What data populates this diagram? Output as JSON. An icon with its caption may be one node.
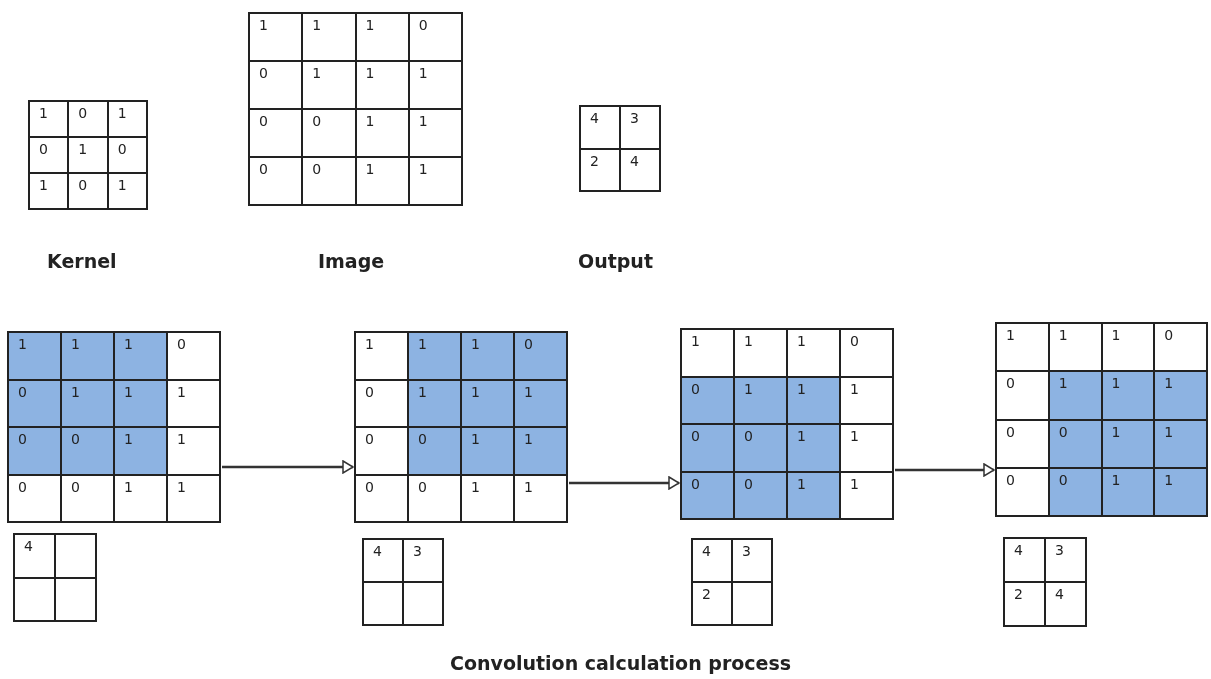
{
  "diagram": {
    "caption": "Convolution calculation process",
    "nodes": [
      {
        "text": [
          "1",
          "0",
          "1",
          "0",
          "1",
          "0",
          "1",
          "0",
          "1"
        ],
        "beside": [
          "Kernel"
        ]
      },
      {
        "text": [
          "1",
          "1",
          "1",
          "0",
          "0",
          "1",
          "1",
          "1",
          "0",
          "0",
          "1",
          "1",
          "0",
          "0",
          "1",
          "1"
        ],
        "beside": [
          "Image"
        ]
      },
      {
        "text": [
          "4",
          "3",
          "2",
          "4"
        ],
        "beside": [
          "Output"
        ]
      },
      {
        "text": [
          "1",
          "1",
          "1",
          "0",
          "0",
          "1",
          "1",
          "1",
          "0",
          "0",
          "1",
          "1",
          "0",
          "0",
          "1",
          "1"
        ]
      },
      {
        "text": [
          "4"
        ]
      },
      {
        "text": [
          "1",
          "1",
          "1",
          "0",
          "0",
          "1",
          "1",
          "1",
          "0",
          "0",
          "1",
          "1",
          "0",
          "0",
          "1",
          "1"
        ]
      },
      {
        "text": [
          "4",
          "3"
        ]
      },
      {
        "text": [
          "1",
          "1",
          "1",
          "0",
          "0",
          "1",
          "1",
          "1",
          "0",
          "0",
          "1",
          "1",
          "0",
          "0",
          "1",
          "1"
        ]
      },
      {
        "text": [
          "4",
          "3",
          "2"
        ]
      },
      {
        "text": [
          "1",
          "1",
          "1",
          "0",
          "0",
          "1",
          "1",
          "1",
          "0",
          "0",
          "1",
          "1",
          "0",
          "0",
          "1",
          "1"
        ]
      },
      {
        "text": [
          "4",
          "3",
          "2",
          "4"
        ]
      }
    ],
    "edges": [
      {
        "from": 3,
        "to": 5,
        "arrow": "to"
      },
      {
        "from": 5,
        "to": 7,
        "arrow": "to"
      },
      {
        "from": 7,
        "to": 9,
        "arrow": "to"
      }
    ]
  }
}
